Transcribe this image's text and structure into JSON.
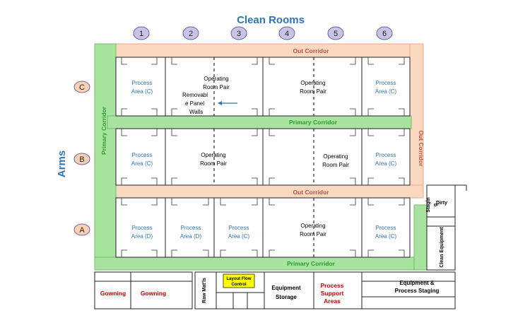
{
  "title": "Clean Rooms",
  "arms_label": "Arms",
  "columns": [
    "1",
    "2",
    "3",
    "4",
    "5",
    "6"
  ],
  "rows": [
    "C",
    "B",
    "A"
  ],
  "corridors": {
    "primary_left": "Primary Corridor",
    "primary_mid": "Primary Corridor",
    "primary_bottom": "Primary Corridor",
    "out_top": "Out Corridor",
    "out_mid": "Out Corridor",
    "out_right": "Out Corridor"
  },
  "rooms": {
    "c1": [
      "Process",
      "Area (C)"
    ],
    "c_or": [
      "Operating",
      "Room Pair"
    ],
    "c_or2": [
      "Operating",
      "Room Pair"
    ],
    "c6": [
      "Process",
      "Area (C)"
    ],
    "removable": [
      "Removabl",
      "e Panel",
      "Walls"
    ],
    "b1": [
      "Process",
      "Area (C)"
    ],
    "b_or1": [
      "Operating",
      "Room Pair"
    ],
    "b_or2": [
      "Operating",
      "Room Pair"
    ],
    "b6": [
      "Process",
      "Area (C)"
    ],
    "a1": [
      "Process",
      "Area (D)"
    ],
    "a2": [
      "Process",
      "Area (D)"
    ],
    "a3": [
      "Process",
      "Area (C)"
    ],
    "a_or": [
      "Operating",
      "Room Pair"
    ],
    "a6": [
      "Process",
      "Area (C)"
    ]
  },
  "support": {
    "gowning1": "Gowning",
    "gowning2": "Gowning",
    "raw_mats": "Raw Mat'ls",
    "layout_flow": [
      "Layout Flow",
      "Control"
    ],
    "equipment_storage": [
      "Equipment",
      "Storage"
    ],
    "process_support": [
      "Process",
      "Support",
      "Areas"
    ],
    "equip_staging": [
      "Equipment &",
      "Process Staging"
    ],
    "clean_equipment": "Clean Equipment",
    "dirty_staging": [
      "Dirty",
      "Stagin",
      "g"
    ]
  },
  "colors": {
    "primary_green": "#a9e3a0",
    "out_peach": "#fbd8c0",
    "marker_fill": "#c9c3e6",
    "marker_orange": "#fbd1b2",
    "flow_yellow": "#ffff00"
  }
}
